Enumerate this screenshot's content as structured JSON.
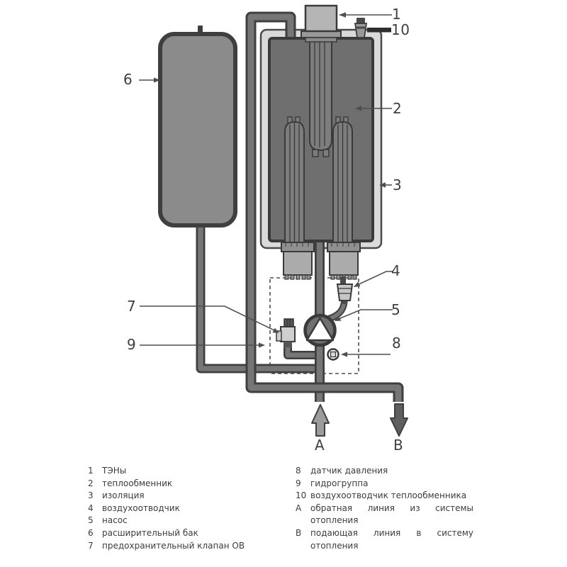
{
  "diagram": {
    "callouts": {
      "c1": "1",
      "c2": "2",
      "c3": "3",
      "c4": "4",
      "c5": "5",
      "c6": "6",
      "c7": "7",
      "c8": "8",
      "c9": "9",
      "c10": "10",
      "cA": "A",
      "cB": "B"
    },
    "colors": {
      "pipe_fill": "#767676",
      "pipe_outline": "#3f3f3f",
      "tank_fill": "#6f6f6f",
      "shell_fill": "#dadada",
      "element_fill": "#7d7d7d",
      "port_fill": "#ababab",
      "expansion_tank_fill": "#8b8b8b",
      "terminal_box_fill": "#b5b5b5",
      "arrow_a_fill": "#9c9c9c",
      "arrow_b_fill": "#5f5f5f",
      "label_color": "#3f3f3f"
    }
  },
  "legend": {
    "left": [
      {
        "num": "1",
        "text": "ТЭНы"
      },
      {
        "num": "2",
        "text": "теплообменник"
      },
      {
        "num": "3",
        "text": "изоляция"
      },
      {
        "num": "4",
        "text": "воздухоотводчик"
      },
      {
        "num": "5",
        "text": "насос"
      },
      {
        "num": "6",
        "text": "расширительный бак"
      },
      {
        "num": "7",
        "text": "предохранительный клапан ОВ"
      }
    ],
    "right": [
      {
        "num": "8",
        "text": "датчик давления"
      },
      {
        "num": "9",
        "text": "гидрогруппа"
      },
      {
        "num": "10",
        "text": "воздухоотводчик теплообменника"
      },
      {
        "num": "A",
        "lines": [
          "обратная линия из системы",
          "отопления"
        ]
      },
      {
        "num": "B",
        "lines": [
          "подающая линия в систему",
          "отопления"
        ]
      }
    ]
  }
}
